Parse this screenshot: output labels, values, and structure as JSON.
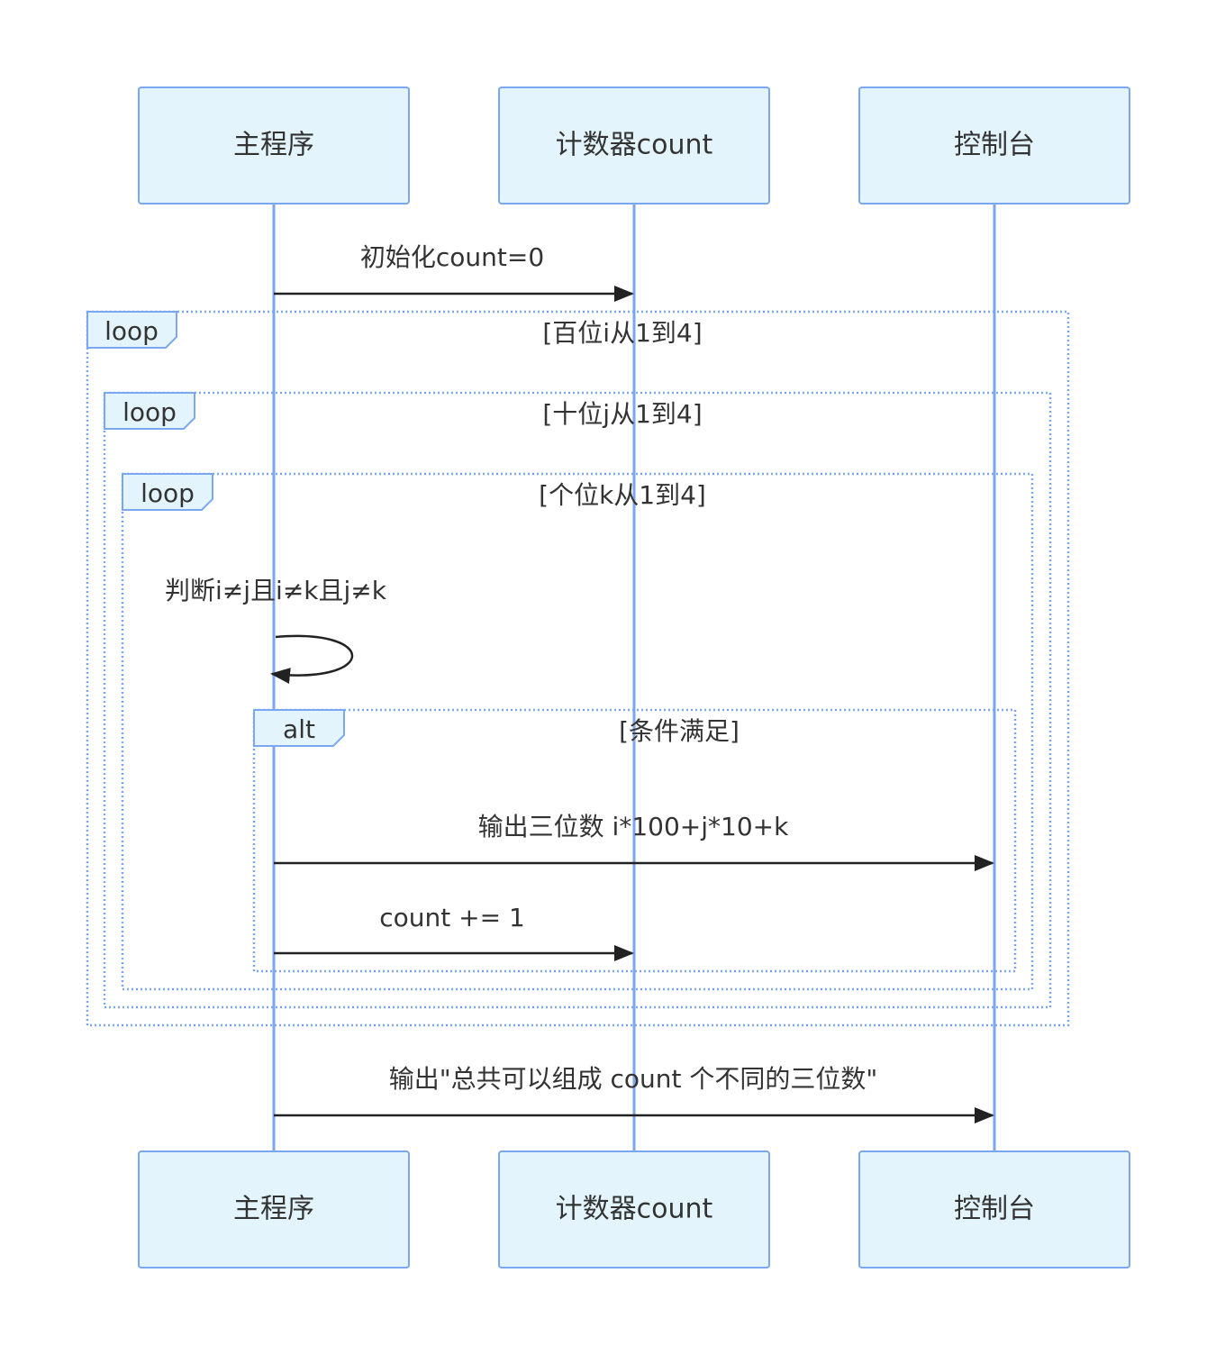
{
  "actors": [
    "主程序",
    "计数器count",
    "控制台"
  ],
  "messages": {
    "init": "初始化count=0",
    "check": "判断i≠j且i≠k且j≠k",
    "output": "输出三位数 i*100+j*10+k",
    "increment": "count += 1",
    "final": "输出\"总共可以组成 count 个不同的三位数\""
  },
  "frames": {
    "loop_hundreds": {
      "tag": "loop",
      "guard": "[百位i从1到4]"
    },
    "loop_tens": {
      "tag": "loop",
      "guard": "[十位j从1到4]"
    },
    "loop_ones": {
      "tag": "loop",
      "guard": "[个位k从1到4]"
    },
    "alt_condition": {
      "tag": "alt",
      "guard": "[条件满足]"
    }
  },
  "colors": {
    "actor_fill": "#e3f4fc",
    "actor_stroke": "#7aa7ef",
    "lifeline": "#7aa7ef",
    "arrow": "#222222",
    "text": "#333333"
  }
}
